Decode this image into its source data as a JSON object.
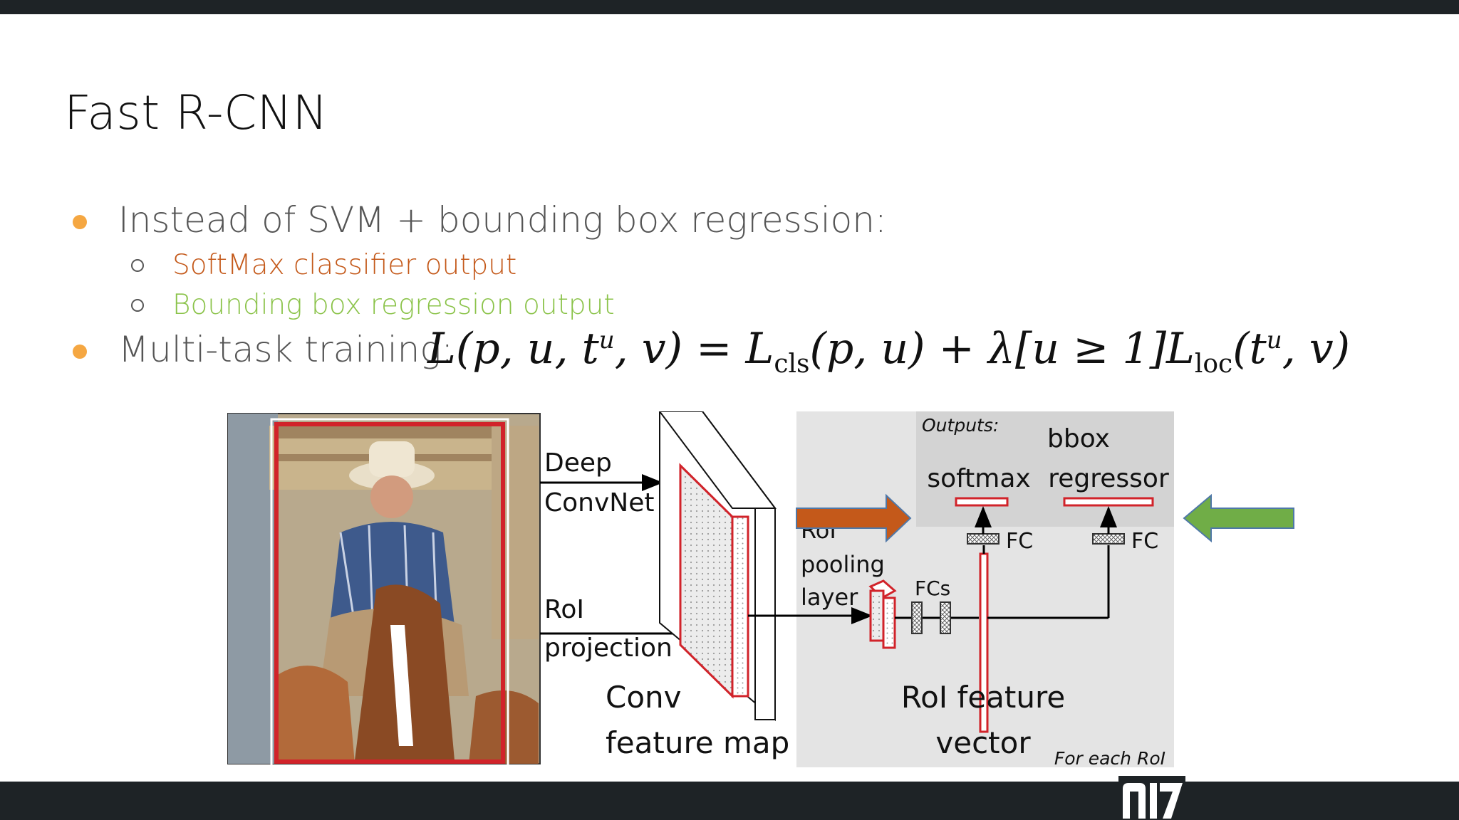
{
  "slide": {
    "title": "Fast R-CNN",
    "bullets": [
      {
        "text": "Instead of SVM + bounding box regression:"
      },
      {
        "text": "Multi-task training:"
      }
    ],
    "subbullets": [
      {
        "text": "SoftMax classifier output",
        "color": "#c4591a"
      },
      {
        "text": "Bounding box regression output",
        "color": "#8bc34a"
      }
    ],
    "accent_bullet_color": "#f5a742"
  },
  "equation": {
    "lhs": "L(p, u, t",
    "lhs_sup": "u",
    "lhs_end": ", v) = L",
    "cls": "cls",
    "mid": "(p, u) + λ[u ≥ 1]L",
    "loc": "loc",
    "rhs": "(t",
    "rhs_sup": "u",
    "rhs_end": ", v)"
  },
  "diagram": {
    "deep": "Deep",
    "convnet": "ConvNet",
    "roi": "RoI",
    "projection": "projection",
    "conv": "Conv",
    "feature_map": "feature map",
    "roi_pool_1": "RoI",
    "roi_pool_2": "pooling",
    "roi_pool_3": "layer",
    "fcs": "FCs",
    "fc1": "FC",
    "fc2": "FC",
    "outputs": "Outputs:",
    "softmax": "softmax",
    "bbox": "bbox",
    "regressor": "regressor",
    "roi_feature": "RoI feature",
    "vector": "vector",
    "for_each": "For each RoI",
    "arrow_left_color": "#c4591a",
    "arrow_right_color": "#70ad47"
  }
}
